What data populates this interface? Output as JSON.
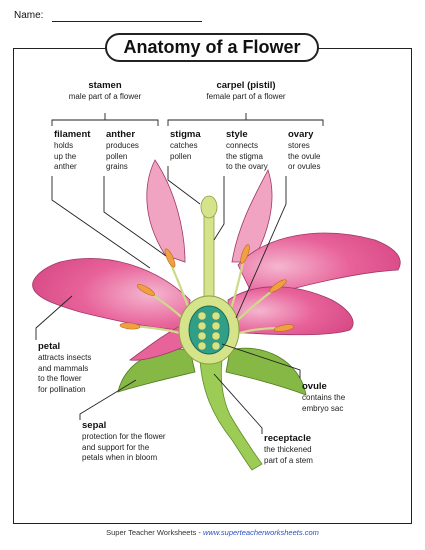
{
  "header": {
    "name_label": "Name:",
    "title": "Anatomy of a Flower"
  },
  "labels": {
    "stamen": {
      "term": "stamen",
      "desc": "male part of a flower"
    },
    "carpel": {
      "term": "carpel (pistil)",
      "desc": "female part of a flower"
    },
    "filament": {
      "term": "filament",
      "lines": [
        "holds",
        "up the",
        "anther"
      ]
    },
    "anther": {
      "term": "anther",
      "lines": [
        "produces",
        "pollen",
        "grains"
      ]
    },
    "stigma": {
      "term": "stigma",
      "lines": [
        "catches",
        "pollen"
      ]
    },
    "style": {
      "term": "style",
      "lines": [
        "connects",
        "the stigma",
        "to the ovary"
      ]
    },
    "ovary": {
      "term": "ovary",
      "lines": [
        "stores",
        "the ovule",
        "or ovules"
      ]
    },
    "petal": {
      "term": "petal",
      "lines": [
        "attracts insects",
        "and mammals",
        "to the flower",
        "for pollination"
      ]
    },
    "ovule": {
      "term": "ovule",
      "lines": [
        "contains the",
        "embryo sac"
      ]
    },
    "sepal": {
      "term": "sepal",
      "lines": [
        "protection for the flower",
        "and support for the",
        "petals when in bloom"
      ]
    },
    "receptacle": {
      "term": "receptacle",
      "lines": [
        "the thickened",
        "part of a stem"
      ]
    }
  },
  "footer": {
    "site_name": "Super Teacher Worksheets",
    "separator": " - ",
    "url": "www.superteacherworksheets.com"
  },
  "colors": {
    "petal_pink": "#e8639a",
    "petal_light": "#f7c8dc",
    "sepal_green": "#86b845",
    "stem_green": "#9ccc55",
    "anther_orange": "#f0a040",
    "ovary_teal": "#2f9f88",
    "line": "#222222"
  }
}
